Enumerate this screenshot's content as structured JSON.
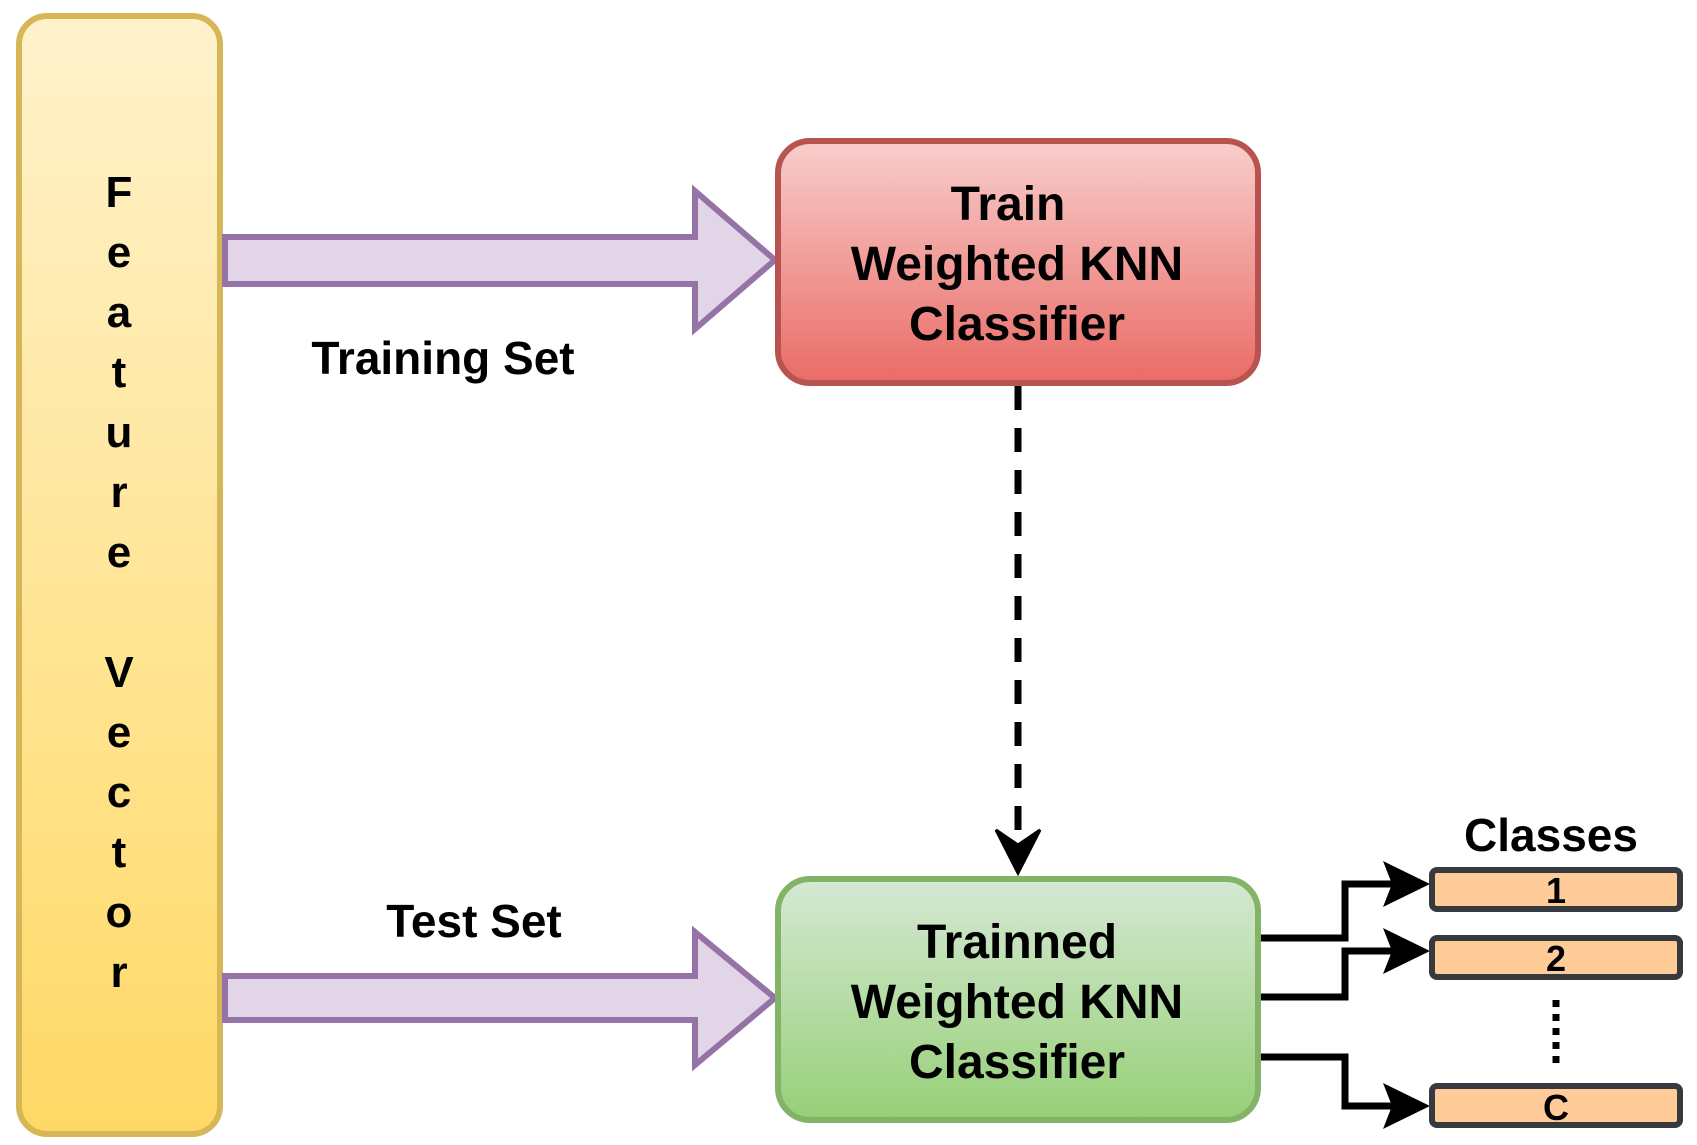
{
  "feature_vector": {
    "letters": [
      "F",
      "e",
      "a",
      "t",
      "u",
      "r",
      "e",
      "V",
      "e",
      "c",
      "t",
      "o",
      "r"
    ]
  },
  "arrows": {
    "training_label": "Training Set",
    "test_label": "Test Set"
  },
  "train_box": {
    "lines": [
      "Train",
      "Weighted KNN",
      "Classifier"
    ]
  },
  "trained_box": {
    "lines": [
      "Trainned",
      "Weighted KNN",
      "Classifier"
    ]
  },
  "classes": {
    "title": "Classes",
    "items": [
      "1",
      "2",
      "C"
    ]
  },
  "colors": {
    "feature_fill_top": "#fff2cc",
    "feature_fill_bottom": "#ffd966",
    "feature_stroke": "#d6b656",
    "arrow_fill": "#e1d5e7",
    "arrow_stroke": "#9673a6",
    "train_fill_top": "#f8cecc",
    "train_fill_bottom": "#ea6b66",
    "train_stroke": "#b85450",
    "trained_fill_top": "#d5e8d4",
    "trained_fill_bottom": "#97d077",
    "trained_stroke": "#82b366",
    "class_fill": "#ffcc99",
    "class_stroke": "#36393d"
  }
}
